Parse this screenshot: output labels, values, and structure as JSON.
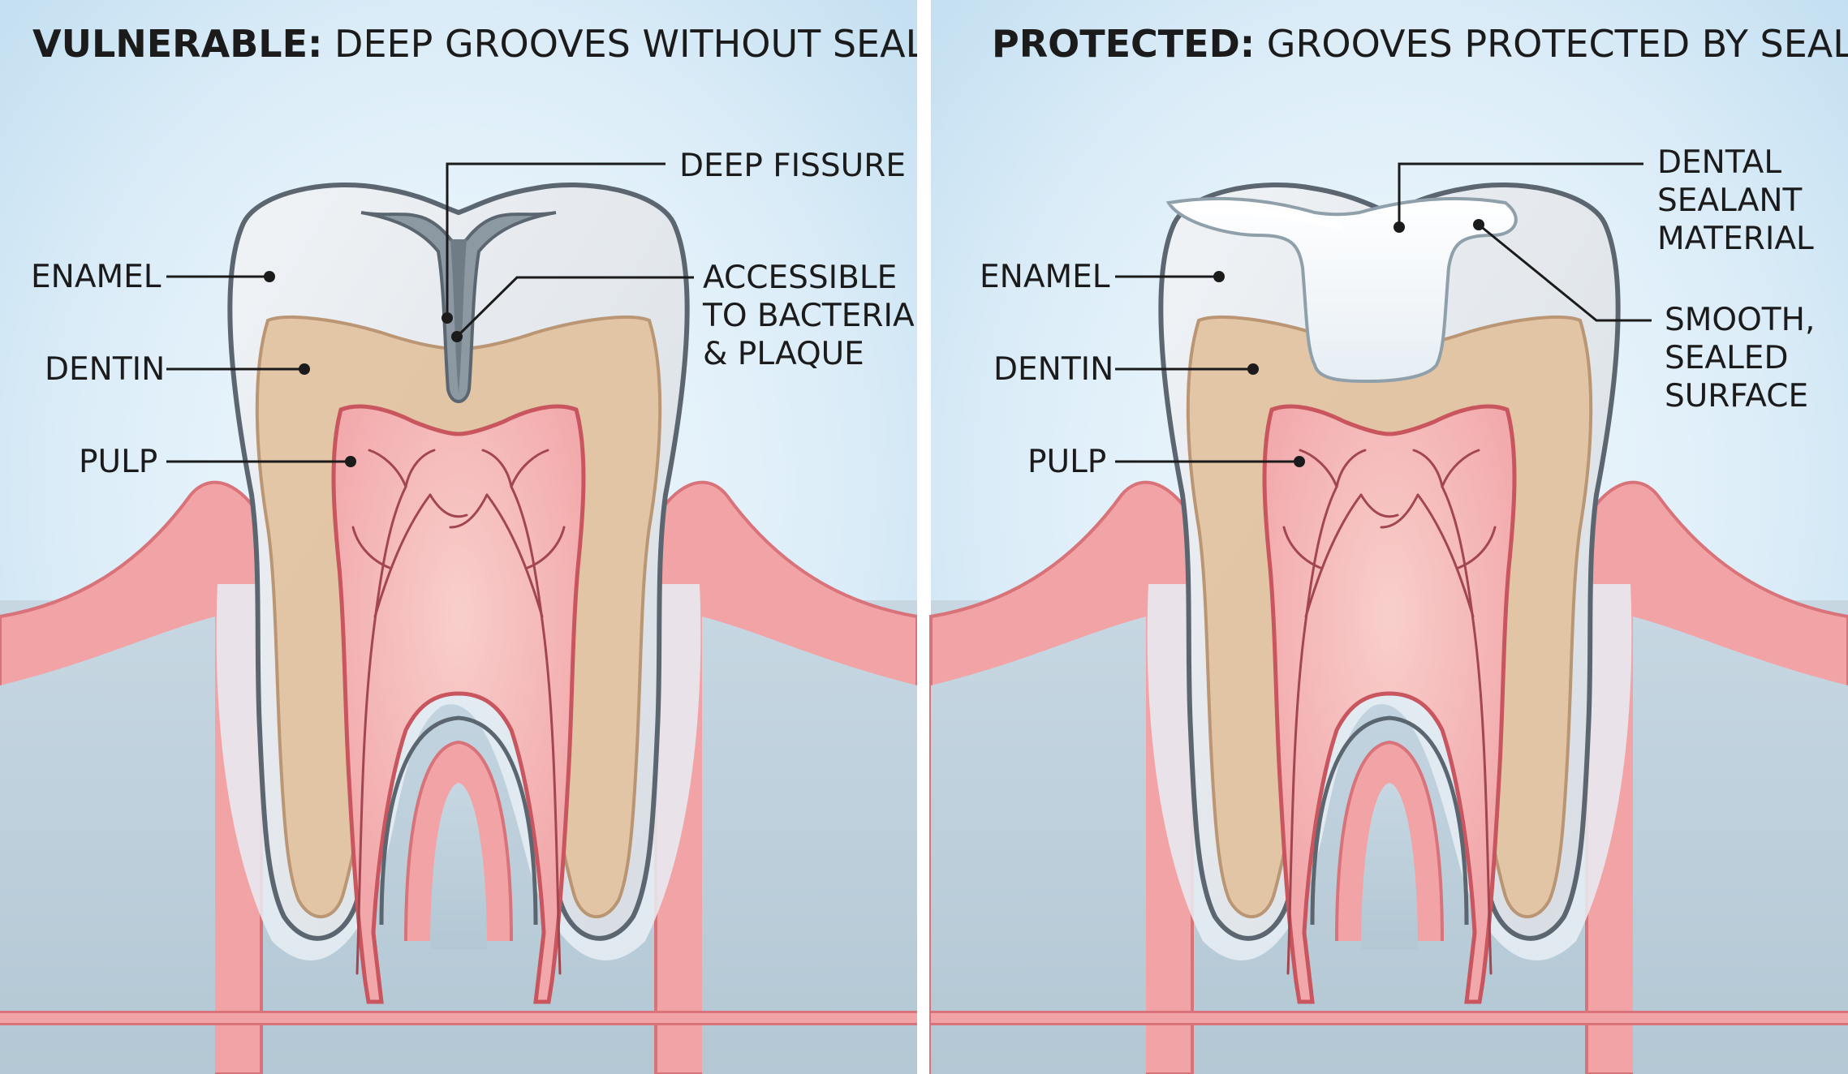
{
  "left_panel": {
    "title_bold": "VULNERABLE:",
    "title_rest": " DEEP GROOVES WITHOUT SEALANT",
    "labels": {
      "enamel": "ENAMEL",
      "dentin": "DENTIN",
      "pulp": "PULP",
      "deep_fissure": "DEEP FISSURE",
      "accessible": [
        "ACCESSIBLE",
        "TO BACTERIA",
        "& PLAQUE"
      ]
    }
  },
  "right_panel": {
    "title_bold": "PROTECTED:",
    "title_rest": " GROOVES PROTECTED BY SEALANT",
    "labels": {
      "enamel": "ENAMEL",
      "dentin": "DENTIN",
      "pulp": "PULP",
      "sealant": [
        "DENTAL",
        "SEALANT",
        "MATERIAL"
      ],
      "smooth": [
        "SMOOTH,",
        "SEALED",
        "SURFACE"
      ]
    }
  },
  "colors": {
    "sky_top": "#c9e2f2",
    "sky_glow": "#f4fafe",
    "bone": "#b9ccd8",
    "gum": "#f2a3a6",
    "gum_edge": "#d9737a",
    "enamel": "#e4e8ec",
    "enamel_edge": "#5b6670",
    "dentin": "#e2c4a2",
    "pulp": "#f3a8ab",
    "pulp_core": "#f6c1be",
    "nerve": "#a2464f",
    "sealant": "#f6fafd",
    "divider": "#ffffff"
  }
}
